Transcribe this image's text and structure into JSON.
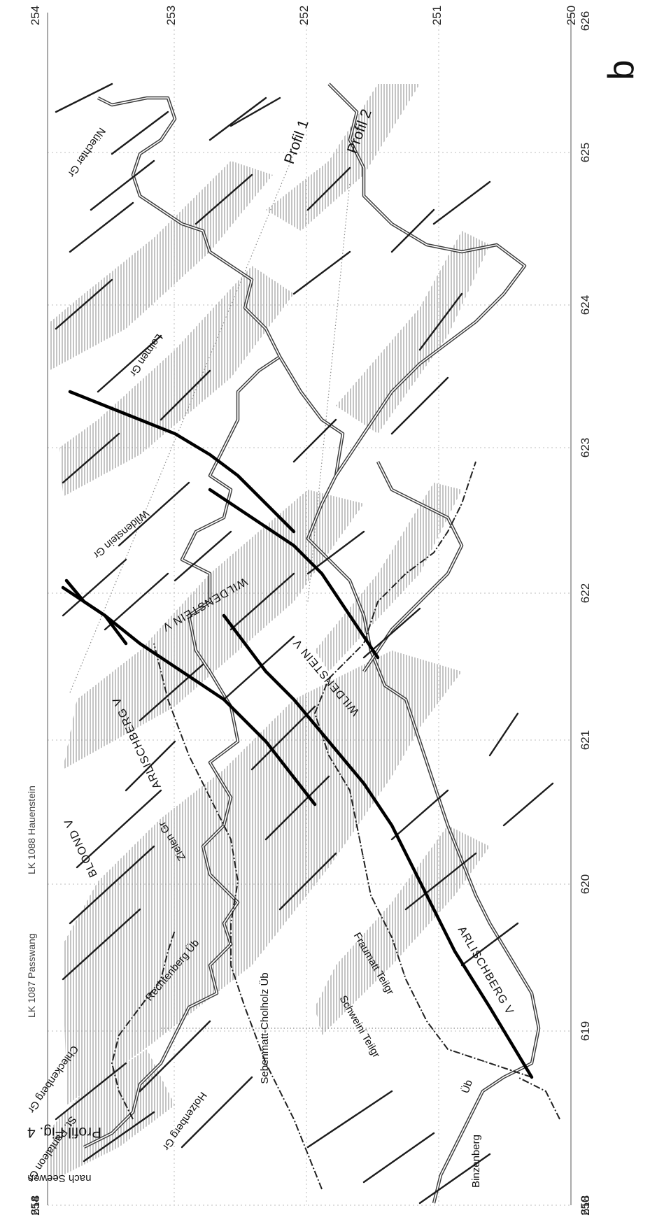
{
  "grid": {
    "x_ticks": [
      "618",
      "619",
      "620",
      "621",
      "622",
      "623",
      "624",
      "625",
      "626"
    ],
    "y_ticks_left": [
      "254",
      "250"
    ],
    "y_ticks_right": [
      "254",
      "253",
      "252",
      "251",
      "250"
    ]
  },
  "sheets": {
    "passwang": "LK 1087 Passwang",
    "hauenstein": "LK 1088 Hauenstein"
  },
  "profiles": {
    "fig4": "Profil  Fig. 4",
    "p1": "Profil 1",
    "p2": "Profil 2"
  },
  "labels": {
    "nach_seewen": "nach Seewen",
    "st_pantaleon": "St. Pantaleon Gr",
    "holzenberg": "Holzenberg Gr",
    "chleckenberg": "Chleckenberg Gr",
    "rechtenberg": "Rechtenberg Üb",
    "sebenmatt": "Sebenmatt-Cholholz Üb",
    "schweini": "Schweini Teilgr",
    "fraumatt": "Fraumatt Teilgr",
    "arlischberg_lower": "ARLISCHBERG  V",
    "binzenberg": "Binzenberg",
    "ub": "Üb",
    "zielen": "Zielen Gr",
    "bloond": "BLOOND  V",
    "arlischberg_upper": "ARLISCHBERG  V",
    "wildenstein_1": "WILDENSTEIN  V",
    "wildenstein_2": "WILDENSTEIN  V",
    "wildenstein_gr": "Wildenstein Gr",
    "leimen": "Leimen Gr",
    "nuechter": "Nüechter Gr"
  },
  "panel_letter": "b"
}
